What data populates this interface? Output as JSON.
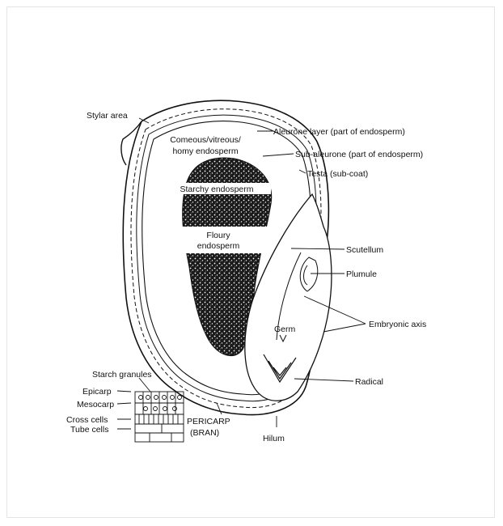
{
  "diagram": {
    "labels": {
      "stylar_area": "Stylar area",
      "aleurone_layer": "Aleurone layer (part of endosperm)",
      "sub_aleurone": "Sub-aleurone (part of endosperm)",
      "testa": "Testa (sub-coat)",
      "corneous_line1": "Comeous/vitreous/",
      "corneous_line2": "homy endosperm",
      "starchy_endosperm": "Starchy endosperm",
      "floury_line1": "Floury",
      "floury_line2": "endosperm",
      "scutellum": "Scutellum",
      "plumule": "Plumule",
      "embryonic_axis": "Embryonic axis",
      "germ": "Germ",
      "radical": "Radical",
      "starch_granules": "Starch granules",
      "epicarp": "Epicarp",
      "mesocarp": "Mesocarp",
      "cross_cells": "Cross cells",
      "tube_cells": "Tube cells",
      "pericarp": "PERICARP",
      "bran": "(BRAN)",
      "hilum": "Hilum"
    }
  }
}
